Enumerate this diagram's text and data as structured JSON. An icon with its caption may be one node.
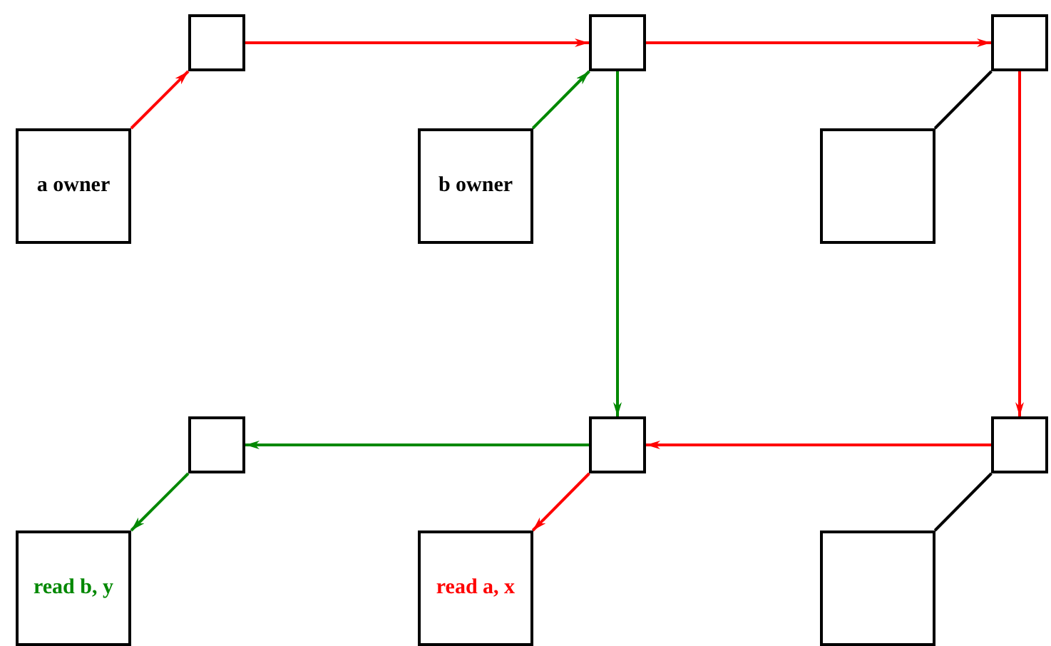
{
  "diagram": {
    "nodes": [
      {
        "text": [],
        "shape": "box"
      },
      {
        "text": [],
        "shape": "box"
      },
      {
        "text": [],
        "shape": "box"
      },
      {
        "text": [
          "a owner"
        ]
      },
      {
        "text": [
          "b owner"
        ]
      },
      {
        "text": [],
        "shape": "box"
      },
      {
        "text": [],
        "shape": "box"
      },
      {
        "text": [],
        "shape": "box"
      },
      {
        "text": [],
        "shape": "box"
      },
      {
        "text": [
          "read b, y"
        ]
      },
      {
        "text": [
          "read a, x"
        ]
      },
      {
        "text": [],
        "shape": "box"
      }
    ],
    "edges": [
      {
        "from": 3,
        "to": 0,
        "arrow": "to",
        "color": "#ff0000"
      },
      {
        "from": 0,
        "to": 1,
        "arrow": "to",
        "color": "#ff0000"
      },
      {
        "from": 4,
        "to": 1,
        "arrow": "to",
        "color": "#008800"
      },
      {
        "from": 1,
        "to": 2,
        "arrow": "to",
        "color": "#ff0000"
      },
      {
        "from": 5,
        "to": 2,
        "arrow": "none",
        "color": "#000000"
      },
      {
        "from": 1,
        "to": 7,
        "arrow": "to",
        "color": "#008800"
      },
      {
        "from": 2,
        "to": 8,
        "arrow": "to",
        "color": "#ff0000"
      },
      {
        "from": 8,
        "to": 7,
        "arrow": "to",
        "color": "#ff0000"
      },
      {
        "from": 7,
        "to": 6,
        "arrow": "to",
        "color": "#008800"
      },
      {
        "from": 6,
        "to": 9,
        "arrow": "to",
        "color": "#008800"
      },
      {
        "from": 7,
        "to": 10,
        "arrow": "to",
        "color": "#ff0000"
      },
      {
        "from": 11,
        "to": 8,
        "arrow": "none",
        "color": "#000000"
      }
    ]
  }
}
